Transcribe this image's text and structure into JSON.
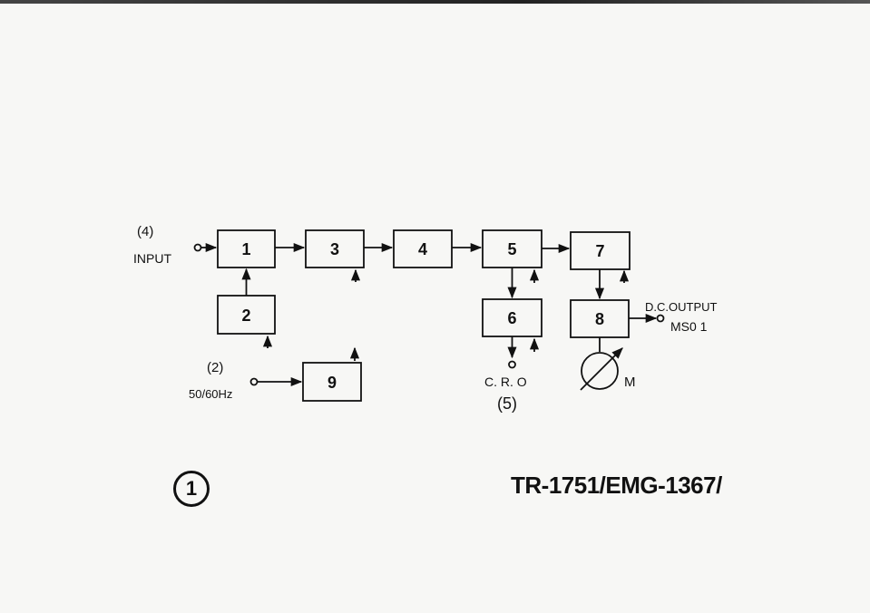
{
  "labels": {
    "input_num": "(4)",
    "input": "INPUT",
    "mains_num": "(2)",
    "mains": "50/60Hz",
    "cro": "C. R. O",
    "cro_num": "(5)",
    "dc_output": "D.C.OUTPUT",
    "ms": "MS0 1",
    "meter": "M"
  },
  "blocks": [
    {
      "id": "b1",
      "label": "1"
    },
    {
      "id": "b2",
      "label": "2"
    },
    {
      "id": "b3",
      "label": "3"
    },
    {
      "id": "b4",
      "label": "4"
    },
    {
      "id": "b5",
      "label": "5"
    },
    {
      "id": "b6",
      "label": "6"
    },
    {
      "id": "b7",
      "label": "7"
    },
    {
      "id": "b8",
      "label": "8"
    },
    {
      "id": "b9",
      "label": "9"
    }
  ],
  "figure_number": "1",
  "document_ref": "TR-1751/EMG-1367/"
}
